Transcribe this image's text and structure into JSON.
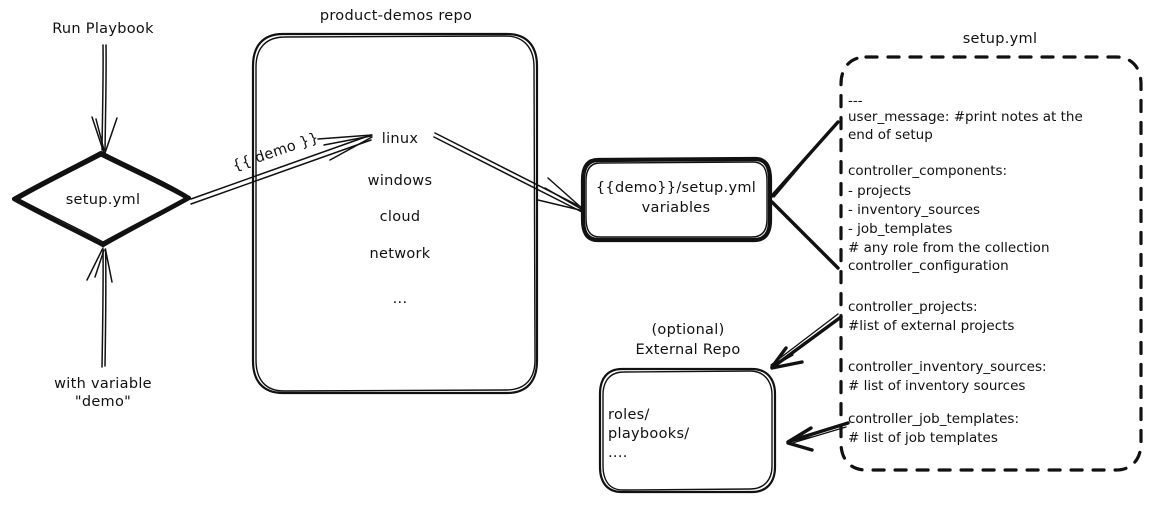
{
  "diagram": {
    "title": "Ansible product-demos setup.yml flow",
    "style": "hand-drawn sketch, black ink on white",
    "colors": {
      "ink": "#111111",
      "background": "#ffffff"
    }
  },
  "nodes": {
    "run_playbook_label": "Run Playbook",
    "setup_diamond": "setup.yml",
    "with_variable_label_line1": "with variable",
    "with_variable_label_line2": "\"demo\"",
    "repo_title": "product-demos repo",
    "repo_items": [
      "linux",
      "windows",
      "cloud",
      "network",
      "..."
    ],
    "demo_edge_label": "{{ demo }}",
    "variables_box_line1": "{{demo}}/setup.yml",
    "variables_box_line2": "variables",
    "external_repo_label_line1": "(optional)",
    "external_repo_label_line2": "External Repo",
    "external_repo_items": [
      "roles/",
      "playbooks/",
      "...."
    ],
    "setup_yml_panel_title": "setup.yml"
  },
  "setup_yml_panel": {
    "title": "setup.yml",
    "lines": [
      "---",
      "user_message: #print notes at the",
      "      end of setup",
      "",
      "controller_components:",
      "  - projects",
      "  - inventory_sources",
      "  - job_templates",
      "  # any role from the collection",
      "        controller_configuration",
      "",
      "controller_projects:",
      "  #list of external projects",
      "",
      "controller_inventory_sources:",
      "  # list of inventory sources",
      "",
      "controller_job_templates:",
      "  # list of job templates"
    ]
  },
  "edges": [
    {
      "name": "run-playbook-to-setup",
      "label": "",
      "from": "Run Playbook",
      "to": "setup.yml"
    },
    {
      "name": "with-variable-to-setup",
      "label": "",
      "from": "with variable \"demo\"",
      "to": "setup.yml"
    },
    {
      "name": "setup-to-linux",
      "label": "{{ demo }}",
      "from": "setup.yml",
      "to": "linux"
    },
    {
      "name": "linux-to-variables",
      "label": "",
      "from": "linux",
      "to": "{{demo}}/setup.yml variables"
    },
    {
      "name": "panel-top-to-variables",
      "label": "",
      "from": "setup.yml panel",
      "to": "{{demo}}/setup.yml variables"
    },
    {
      "name": "panel-bottom-to-variables",
      "label": "",
      "from": "setup.yml panel",
      "to": "{{demo}}/setup.yml variables"
    },
    {
      "name": "controller-projects-to-external-repo",
      "label": "",
      "from": "controller_projects",
      "to": "External Repo"
    },
    {
      "name": "controller-job-templates-to-external-repo",
      "label": "",
      "from": "controller_job_templates",
      "to": "External Repo"
    }
  ]
}
